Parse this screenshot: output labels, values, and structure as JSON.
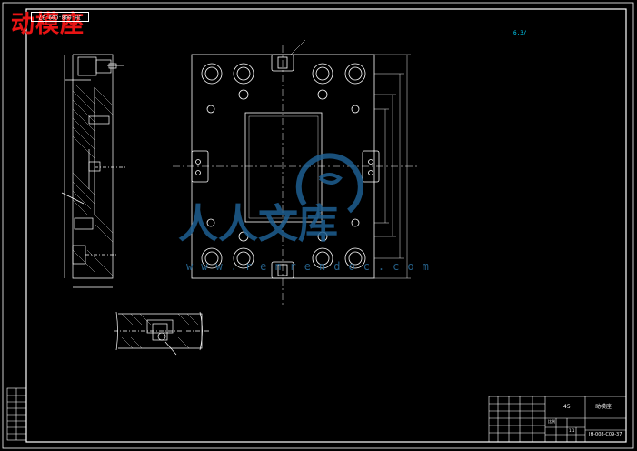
{
  "drawing": {
    "part_name_cn": "动模座",
    "drawing_number_rotated": "JH-008-C09-37",
    "roughness_note": "6.3/"
  },
  "title_block": {
    "material": "45",
    "name": "动模座",
    "drawing_code": "JH-008-C09-37",
    "scale_label": "比例",
    "scale_value": "1:1"
  },
  "watermark": {
    "text_cn": "人人文库",
    "url": "www.renrendoc.com"
  },
  "colors": {
    "background": "#000000",
    "lines": "#ffffff",
    "title_red": "#e81414",
    "watermark_blue": "#1e5f91",
    "note_cyan": "#00d8ff"
  }
}
